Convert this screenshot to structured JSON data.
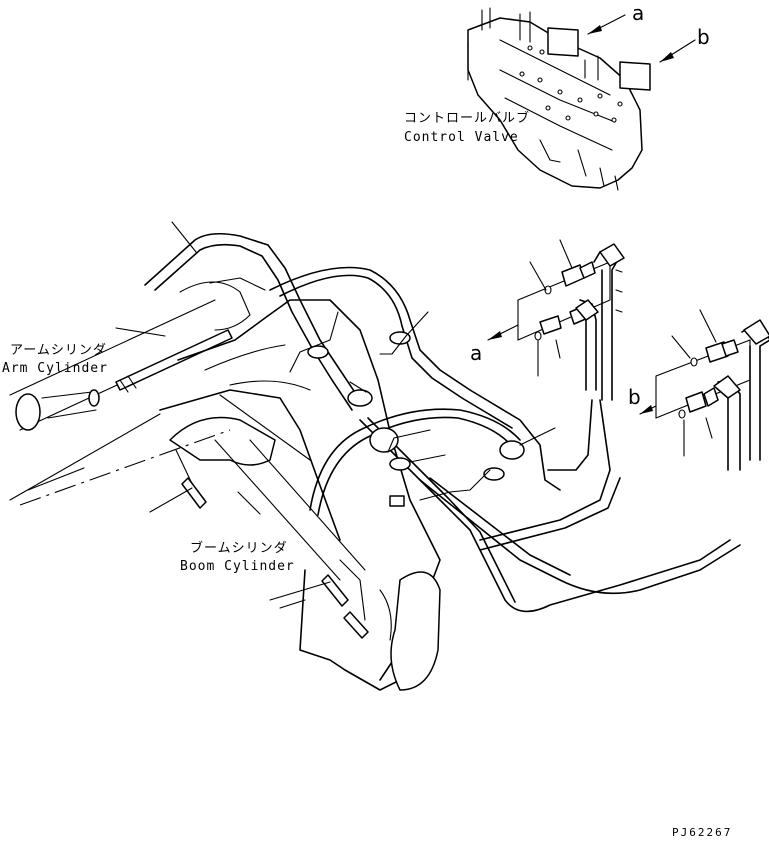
{
  "labels": {
    "control_valve_jp": "コントロールバルブ",
    "control_valve_en": "Control Valve",
    "arm_cylinder_jp": "アームシリンダ",
    "arm_cylinder_en": "Arm Cylinder",
    "boom_cylinder_jp": "ブームシリンダ",
    "boom_cylinder_en": "Boom Cylinder",
    "callout_a": "a",
    "callout_b": "b",
    "drawing_code": "PJ62267"
  }
}
